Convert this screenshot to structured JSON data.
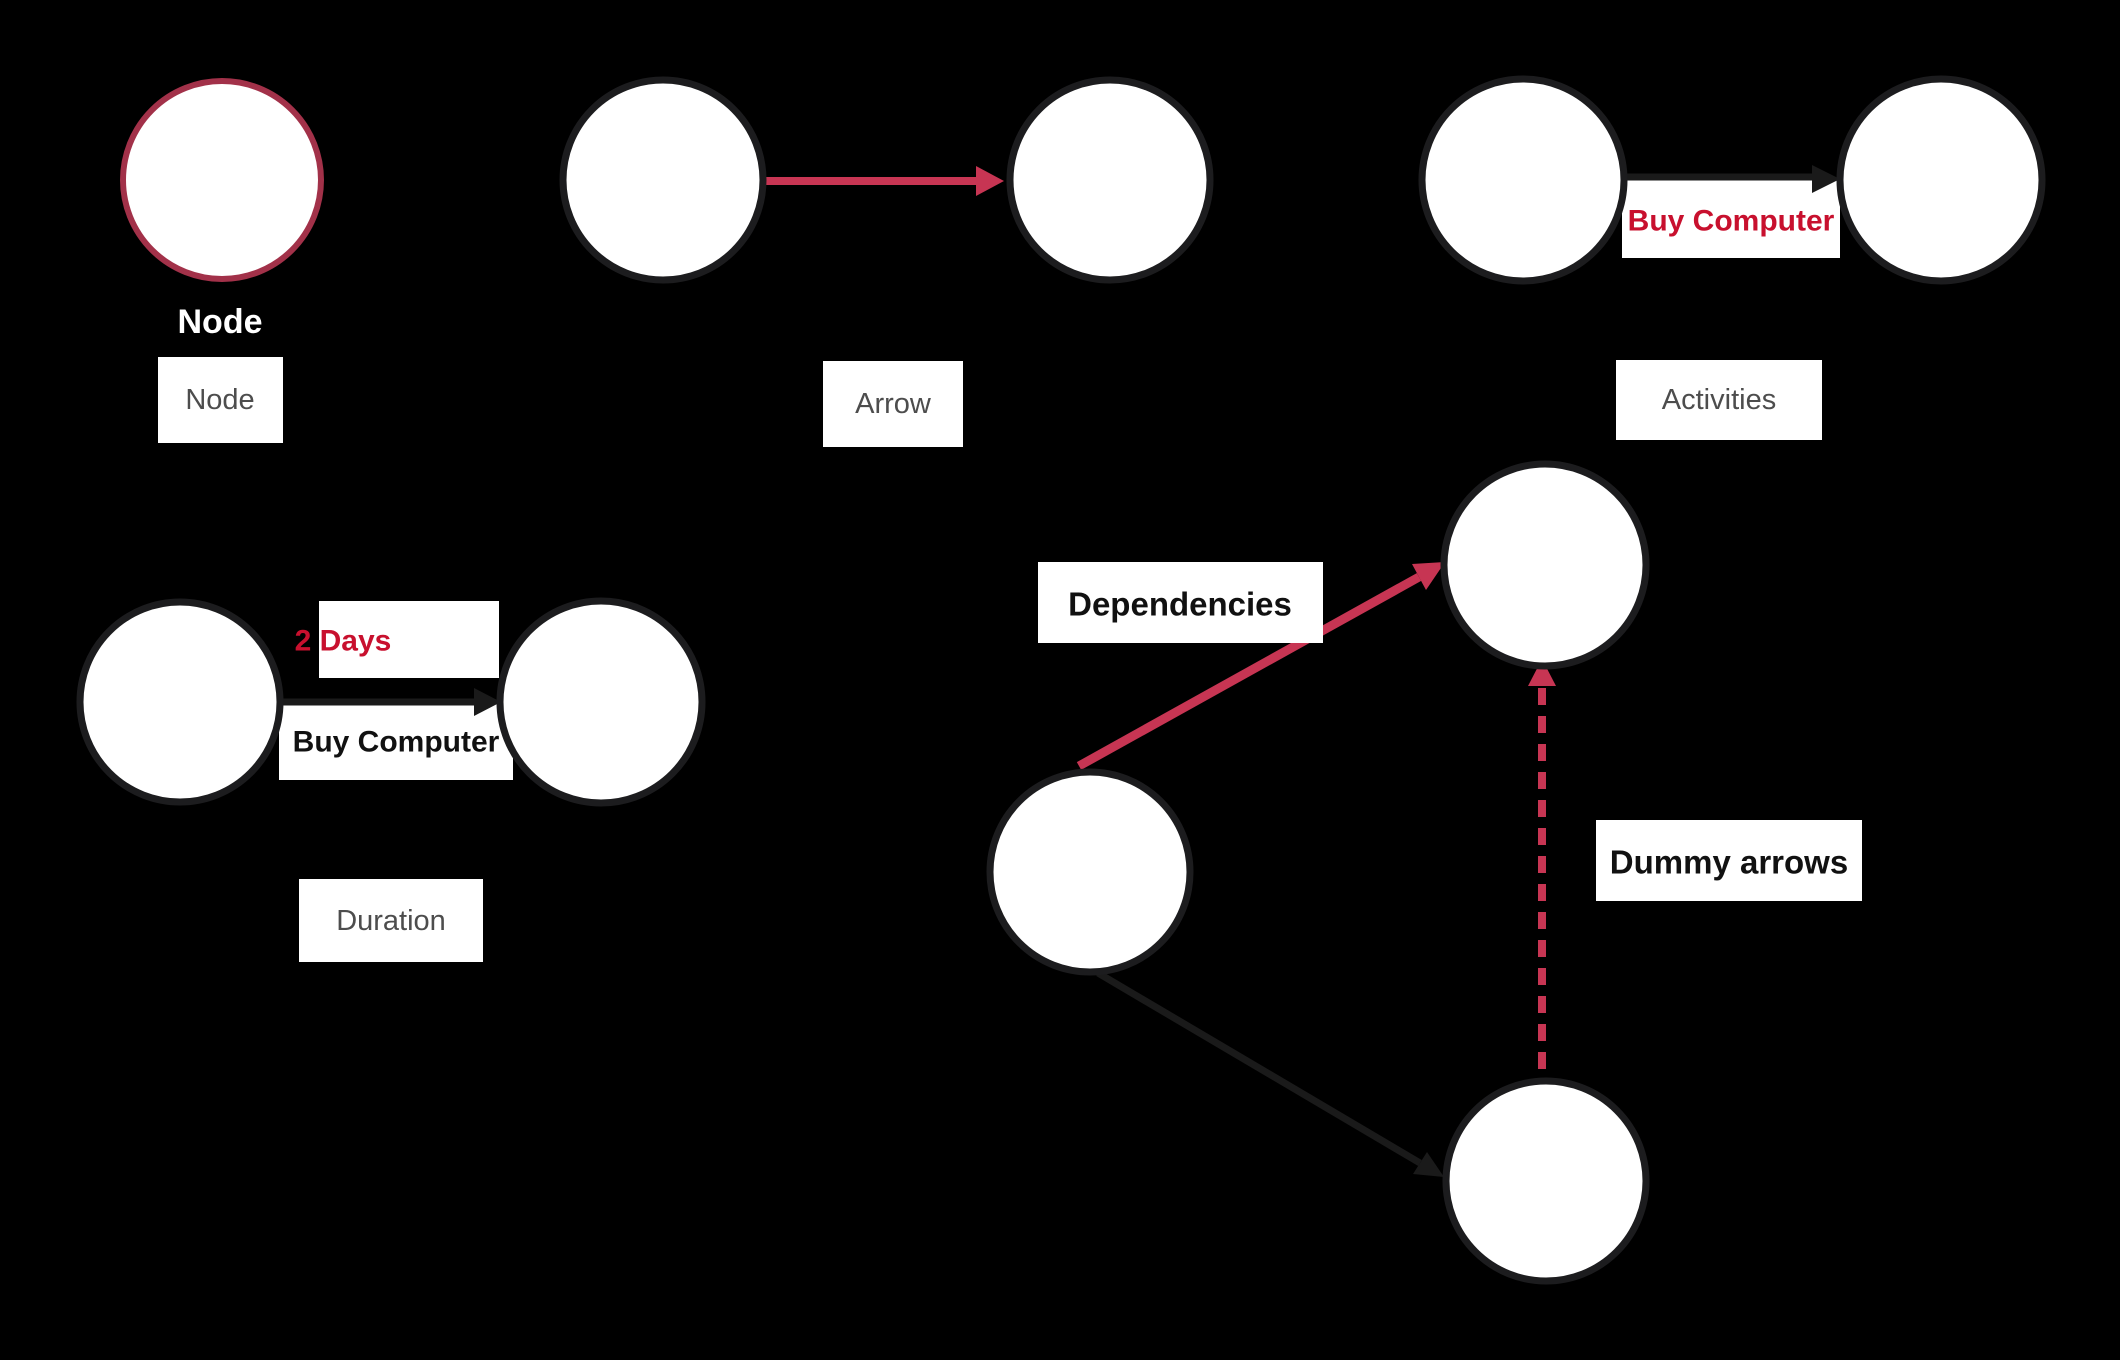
{
  "palette": {
    "background": "#000000",
    "circle_fill": "#ffffff",
    "circle_border_black": "#1c1c1e",
    "circle_border_crimson": "#a23149",
    "arrow_crimson": "#c73553",
    "arrow_black": "#1a1a1a",
    "text_red": "#c8102e",
    "text_gray": "#4d4d4d",
    "text_black": "#111111",
    "text_white": "#ffffff",
    "label_box_fill": "#ffffff"
  },
  "legend": {
    "node": {
      "caption": "Node",
      "box_label": "Node"
    },
    "arrow": {
      "box_label": "Arrow"
    },
    "activities": {
      "activity_label": "Buy Computer",
      "box_label": "Activities"
    },
    "duration": {
      "duration_label": "2 Days",
      "activity_label": "Buy Computer",
      "box_label": "Duration"
    },
    "dependencies": {
      "label": "Dependencies"
    },
    "dummy_arrows": {
      "label": "Dummy arrows"
    }
  }
}
